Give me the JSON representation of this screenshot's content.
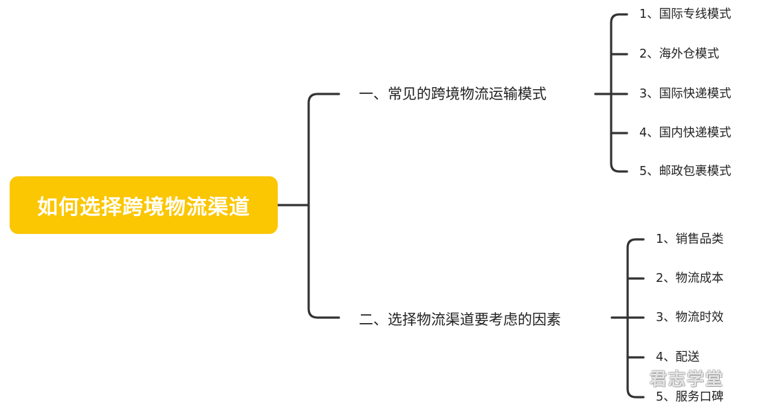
{
  "colors": {
    "root_fill": "#FBC602",
    "root_text": "#FFFFFF",
    "connector": "#333333",
    "text": "#222222"
  },
  "root": {
    "label": "如何选择跨境物流渠道"
  },
  "branches": [
    {
      "label": "一、常见的跨境物流运输模式",
      "children": [
        "1、国际专线模式",
        "2、海外仓模式",
        "3、国际快递模式",
        "4、国内快递模式",
        "5、邮政包裹模式"
      ]
    },
    {
      "label": "二、选择物流渠道要考虑的因素",
      "children": [
        "1、销售品类",
        "2、物流成本",
        "3、物流时效",
        "4、配送",
        "5、服务口碑"
      ]
    }
  ],
  "watermark": {
    "text": "君志学堂"
  }
}
